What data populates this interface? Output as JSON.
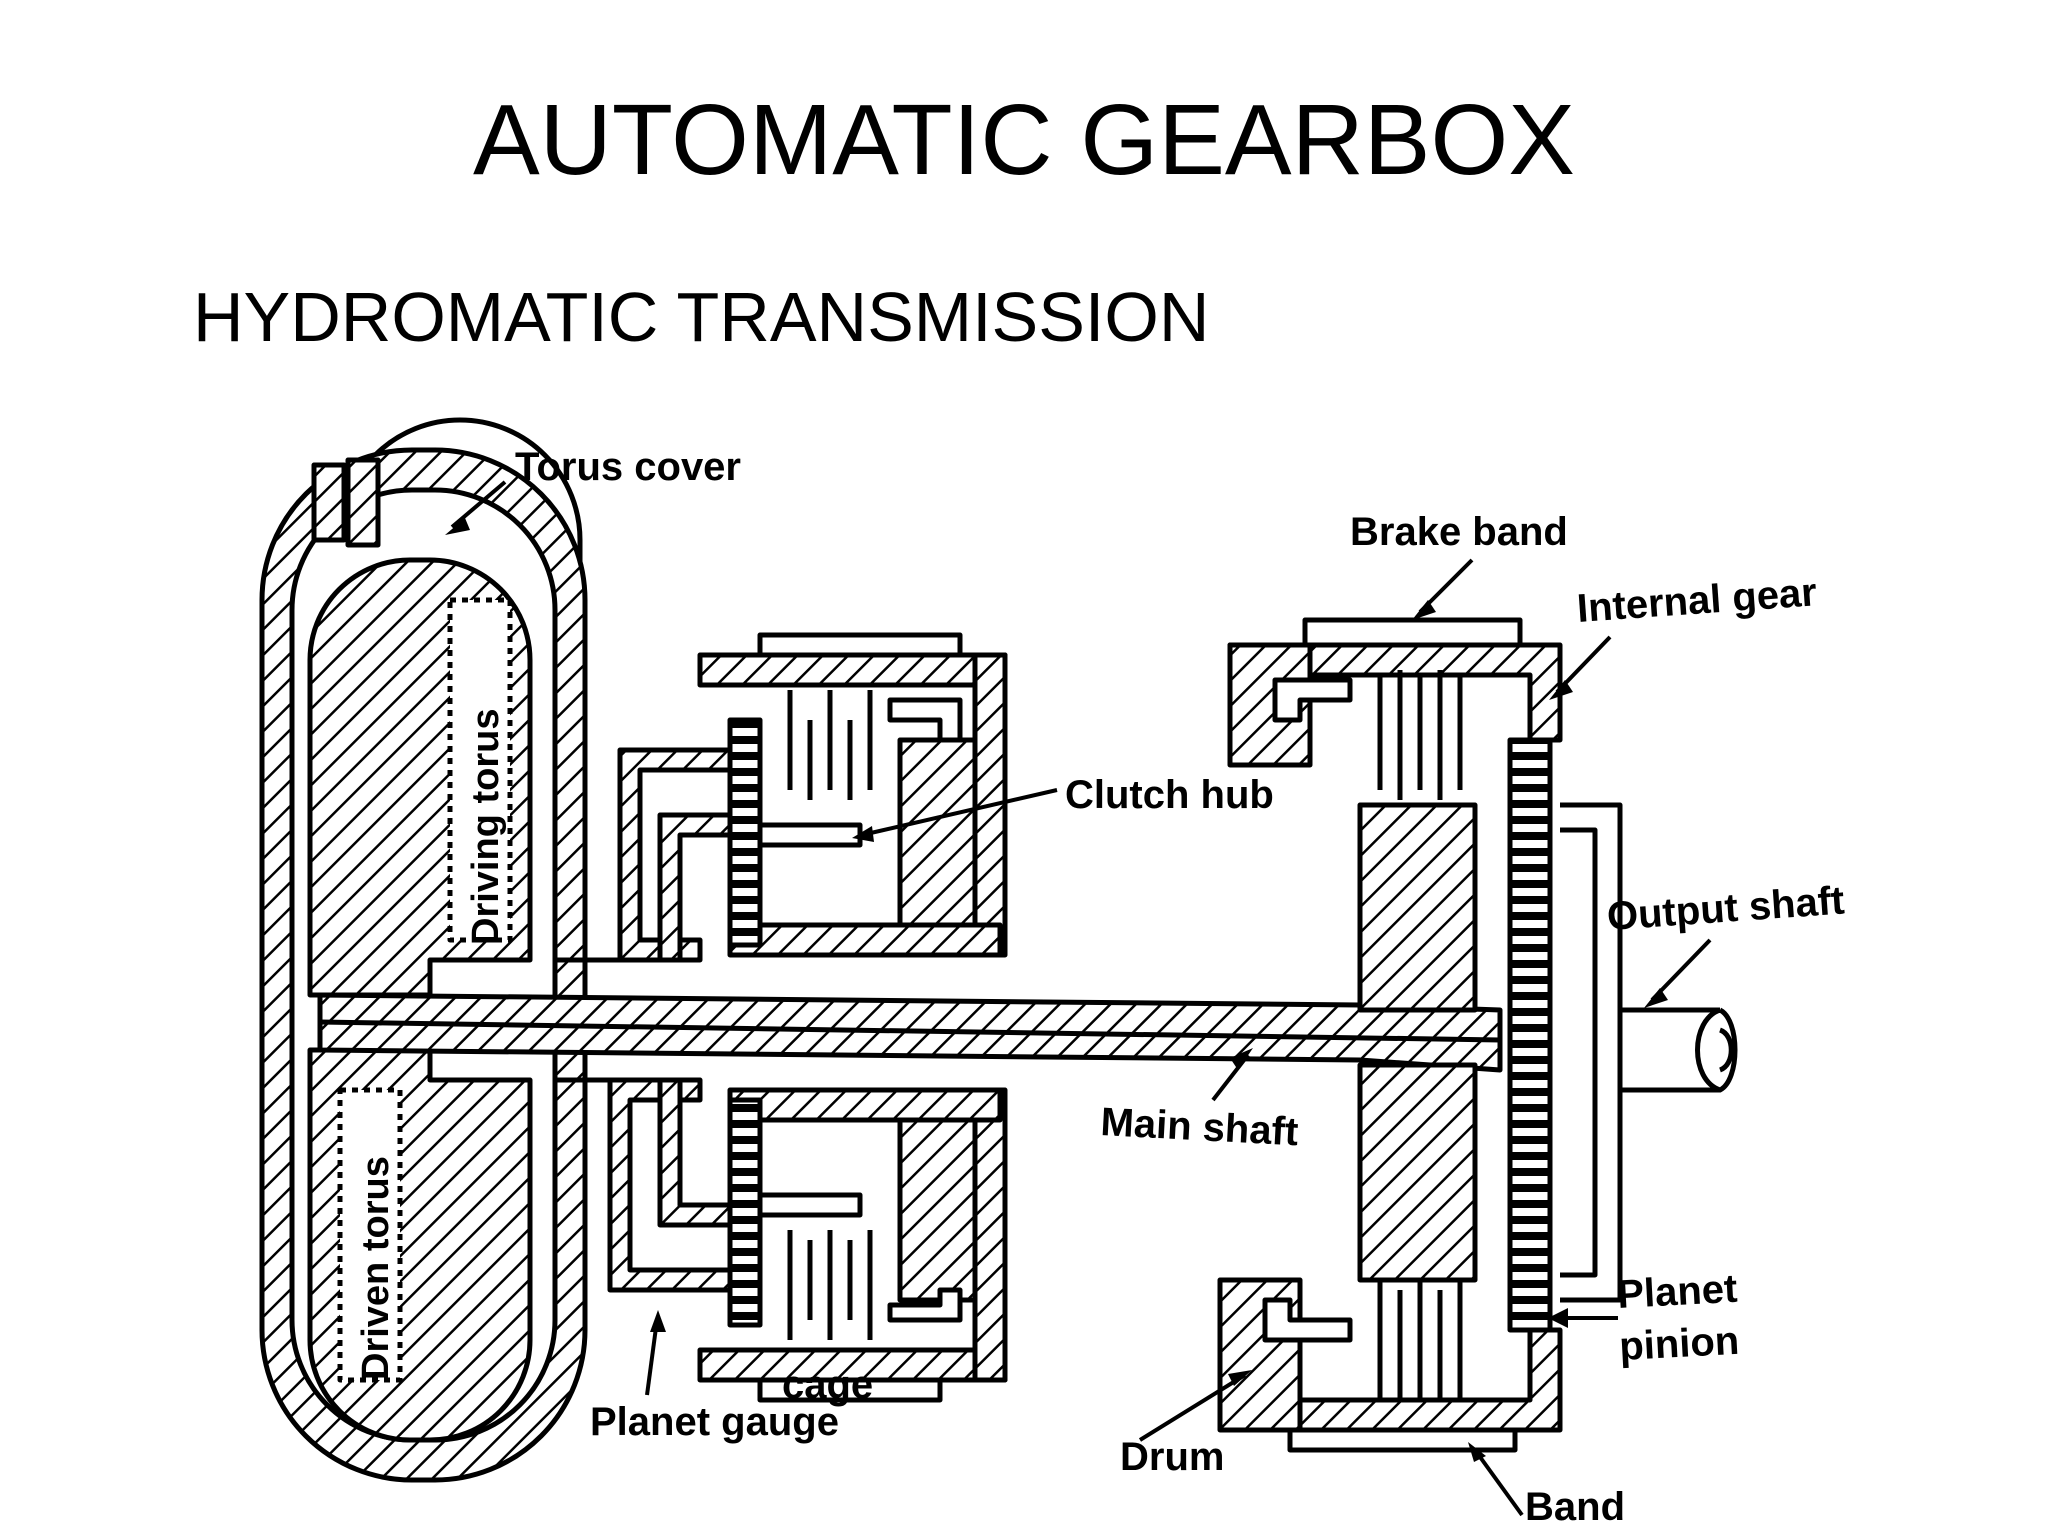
{
  "slide": {
    "title": "AUTOMATIC GEARBOX",
    "subtitle": "HYDROMATIC TRANSMISSION"
  },
  "diagram": {
    "labels": {
      "torus_cover": "Torus cover",
      "driving_torus": "Driving torus",
      "driven_torus": "Driven torus",
      "clutch_hub": "Clutch hub",
      "brake_band": "Brake band",
      "internal_gear": "Internal gear",
      "output_shaft": "Output shaft",
      "main_shaft": "Main shaft",
      "planet_pinion_line1": "Planet",
      "planet_pinion_line2": "pinion",
      "cage": "cage",
      "planet_gauge": "Planet gauge",
      "drum": "Drum",
      "band": "Band"
    }
  }
}
